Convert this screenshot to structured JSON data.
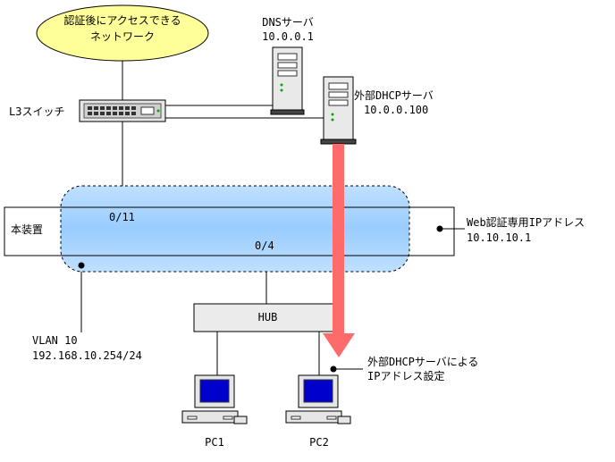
{
  "network": {
    "line1": "認証後にアクセスできる",
    "line2": "ネットワーク"
  },
  "dns": {
    "name": "DNSサーバ",
    "ip": "10.0.0.1"
  },
  "dhcp": {
    "name": "外部DHCPサーバ",
    "ip": "10.0.0.100"
  },
  "l3switch": {
    "label": "L3スイッチ"
  },
  "device": {
    "label": "本装置"
  },
  "web_auth": {
    "line1": "Web認証専用IPアドレス",
    "line2": "10.10.10.1"
  },
  "ports": {
    "uplink": "0/11",
    "downlink": "0/4"
  },
  "hub": {
    "label": "HUB"
  },
  "vlan": {
    "line1": "VLAN 10",
    "line2": "192.168.10.254/24"
  },
  "dhcp_assign": {
    "line1": "外部DHCPサーバによる",
    "line2": "IPアドレス設定"
  },
  "pcs": [
    {
      "label": "PC1"
    },
    {
      "label": "PC2"
    }
  ],
  "colors": {
    "vlan_fill": "#99ccff",
    "arrow": "#ff6b6b",
    "cloud_fill": "#ffff99",
    "screen": "#0000cc"
  }
}
